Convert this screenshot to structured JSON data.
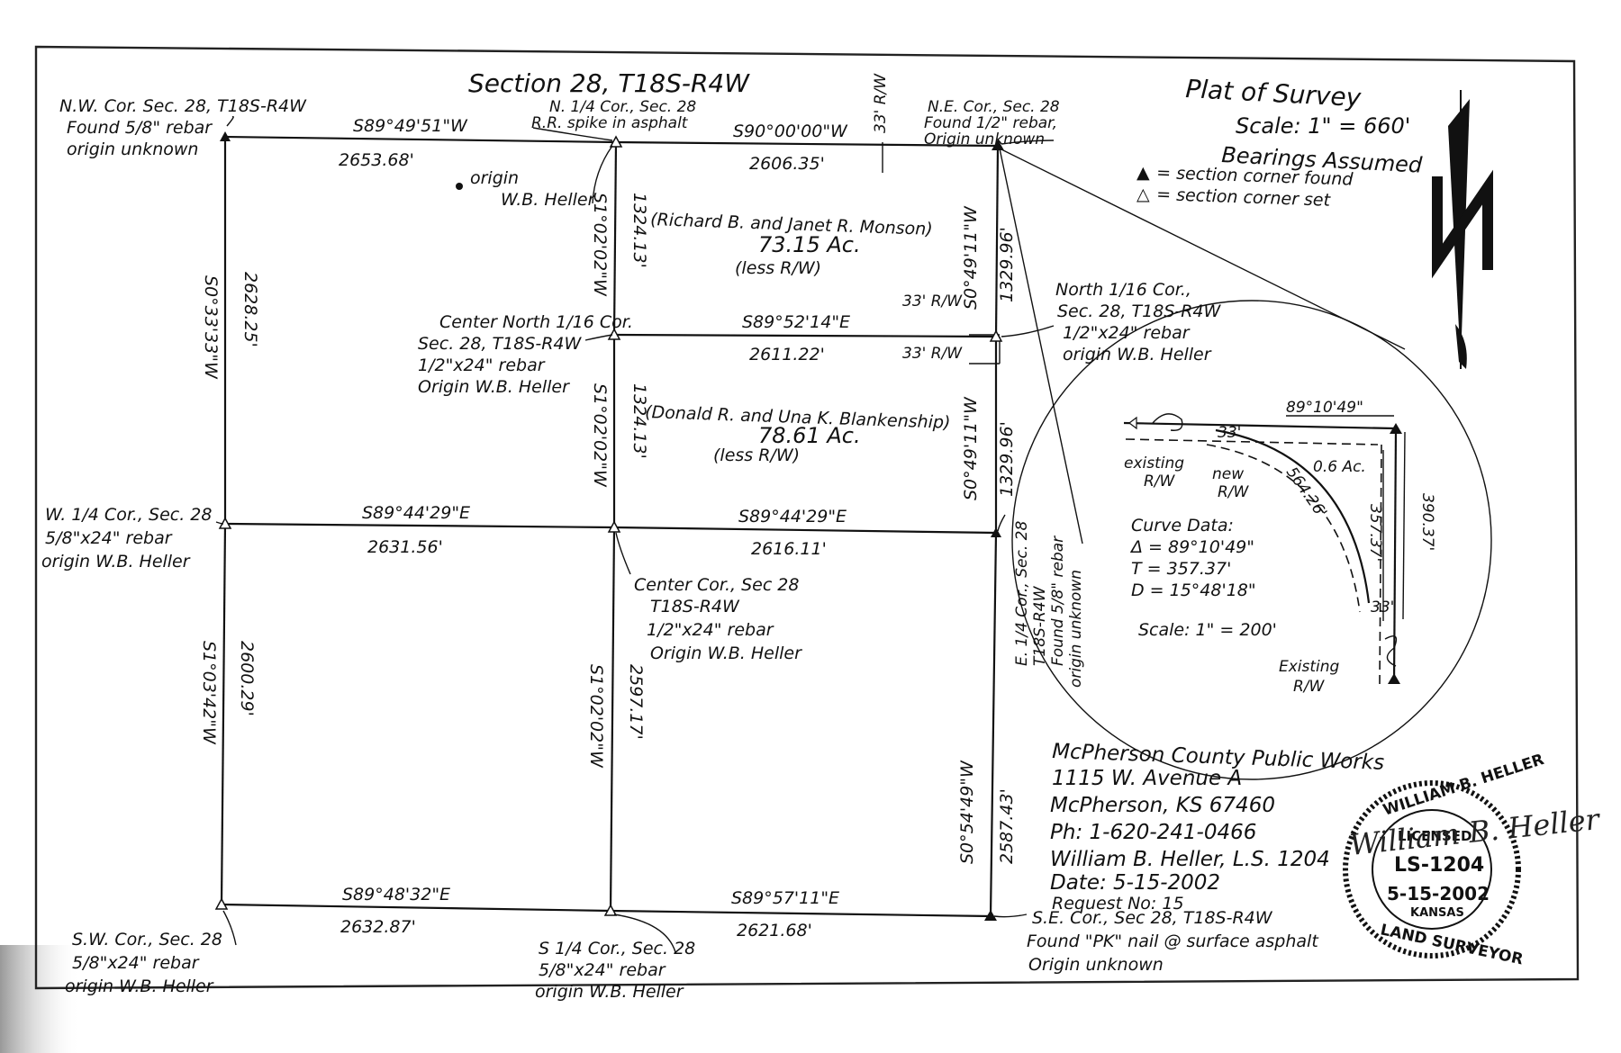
{
  "title": "Section 28, T18S-R4W",
  "plat_title": "Plat of Survey",
  "scale": "Scale: 1\" = 660'",
  "bearings_note": "Bearings Assumed",
  "legend": [
    {
      "symbol": "▲",
      "text": "= section corner found"
    },
    {
      "symbol": "△",
      "text": "= section corner set"
    }
  ],
  "row_33": "33' R/W",
  "corners": {
    "nw": [
      "N.W. Cor. Sec. 28, T18S-R4W",
      "Found 5/8\" rebar",
      "origin unknown"
    ],
    "n_quarter": [
      "N. 1/4 Cor., Sec. 28",
      "R.R. spike in asphalt"
    ],
    "ne": [
      "N.E. Cor., Sec. 28",
      "Found 1/2\" rebar,",
      "Origin unknown"
    ],
    "north_16": [
      "North 1/16 Cor.,",
      "Sec. 28, T18S-R4W",
      "1/2\"x24\" rebar",
      "origin W.B. Heller"
    ],
    "center_north_16": [
      "Center North 1/16 Cor.",
      "Sec. 28, T18S-R4W",
      "1/2\"x24\" rebar",
      "Origin W.B. Heller"
    ],
    "w_quarter": [
      "W. 1/4 Cor., Sec. 28",
      "5/8\"x24\" rebar",
      "origin W.B. Heller"
    ],
    "center": [
      "Center Cor., Sec 28",
      "T18S-R4W",
      "1/2\"x24\" rebar",
      "Origin W.B. Heller"
    ],
    "e_quarter": [
      "E. 1/4 Cor., Sec. 28",
      "T18S-R4W",
      "Found 5/8\" rebar",
      "origin unknown"
    ],
    "sw": [
      "S.W. Cor., Sec. 28",
      "5/8\"x24\" rebar",
      "origin W.B. Heller"
    ],
    "s_quarter": [
      "S 1/4 Cor., Sec. 28",
      "5/8\"x24\" rebar",
      "origin W.B. Heller"
    ],
    "se": [
      "S.E. Cor., Sec 28, T18S-R4W",
      "Found \"PK\" nail @ surface asphalt",
      "Origin unknown"
    ]
  },
  "origin_note": [
    "origin",
    "W.B. Heller"
  ],
  "lines": {
    "north_w_bearing": "S89°49'51\"W",
    "north_w_dist": "2653.68'",
    "north_e_bearing": "S90°00'00\"W",
    "north_e_dist": "2606.35'",
    "n16_bearing": "S89°52'14\"E",
    "n16_dist": "2611.22'",
    "mid_w_bearing": "S89°44'29\"E",
    "mid_w_dist": "2631.56'",
    "mid_e_bearing": "S89°44'29\"E",
    "mid_e_dist": "2616.11'",
    "south_w_bearing": "S89°48'32\"E",
    "south_w_dist": "2632.87'",
    "south_e_bearing": "S89°57'11\"E",
    "south_e_dist": "2621.68'",
    "west_n_bearing": "S0°33'33\"W",
    "west_n_dist": "2628.25'",
    "west_s_bearing": "S1°03'42\"W",
    "west_s_dist": "2600.29'",
    "mid_n1_bearing": "S1°02'02\"W",
    "mid_n1_dist": "1324.13'",
    "mid_n2_bearing": "S1°02'02\"W",
    "mid_n2_dist": "1324.13'",
    "mid_s_bearing": "S1°02'02\"W",
    "mid_s_dist": "2597.17'",
    "east_n1_bearing": "S0°49'11\"W",
    "east_n1_dist": "1329.96'",
    "east_n2_bearing": "S0°49'11\"W",
    "east_n2_dist": "1329.96'",
    "east_s_bearing": "S0°54'49\"W",
    "east_s_dist": "2587.43'"
  },
  "tracts": [
    {
      "owner": "(Richard B. and Janet R. Monson)",
      "area": "73.15 Ac.",
      "note": "(less R/W)"
    },
    {
      "owner": "(Donald R. and Una K. Blankenship)",
      "area": "78.61 Ac.",
      "note": "(less R/W)"
    }
  ],
  "detail": {
    "angle": "89°10'49\"",
    "row_width": "33'",
    "existing_row": [
      "existing",
      "R/W"
    ],
    "new_row": [
      "new",
      "R/W"
    ],
    "area": "0.6 Ac.",
    "arc_length": "564.26'",
    "tangent": "357.37'",
    "east_length": "390.37'",
    "curve_title": "Curve Data:",
    "curve_delta": "Δ = 89°10'49\"",
    "curve_t": "T = 357.37'",
    "curve_d": "D = 15°48'18\"",
    "scale": "Scale: 1\" = 200'",
    "existing_row_bottom": [
      "Existing",
      "R/W"
    ]
  },
  "office": [
    "McPherson County Public Works",
    "1115 W. Avenue A",
    "McPherson, KS 67460",
    "Ph: 1-620-241-0466",
    "William B. Heller, L.S. 1204",
    "Date: 5-15-2002",
    "Request No: 15"
  ],
  "stamp": {
    "name": "WILLIAM B. HELLER",
    "licensed": "LICENSED",
    "number": "LS-1204",
    "date": "5-15-2002",
    "state": "KANSAS",
    "role": "LAND SURVEYOR",
    "signature": "William B. Heller"
  }
}
